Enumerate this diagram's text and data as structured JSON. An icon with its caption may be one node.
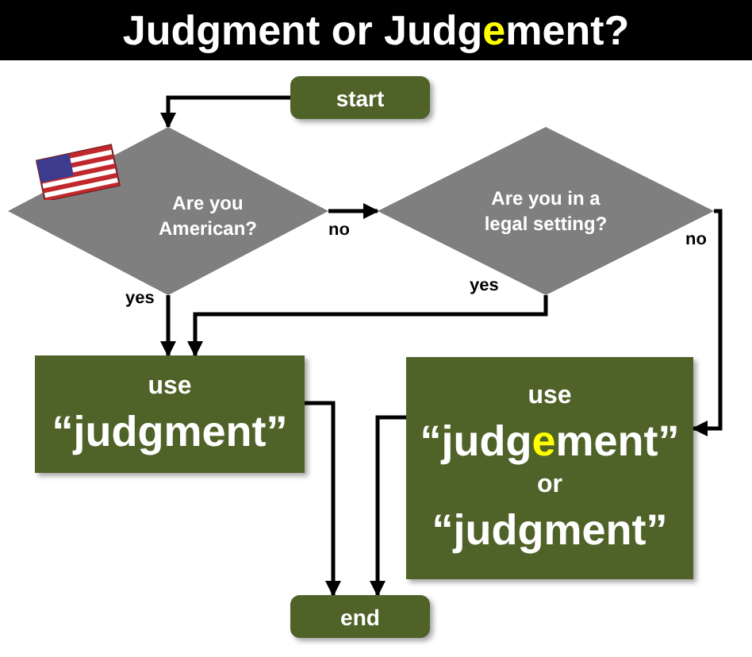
{
  "diagram": {
    "title": "Judgment or Judg**e**ment?",
    "nodes": [
      {
        "text": [
          "start"
        ]
      },
      {
        "text": [
          "Are you American?"
        ]
      },
      {
        "text": [
          "Are you in a legal setting?"
        ]
      },
      {
        "text": [
          "use",
          "“judgment”"
        ]
      },
      {
        "text": [
          "use",
          "“judg**e**ment”",
          "or",
          "“judgment”"
        ]
      },
      {
        "text": [
          "end"
        ]
      }
    ],
    "edges": [
      {
        "from": 0,
        "to": 1,
        "arrow": "to"
      },
      {
        "from": 1,
        "to": 2,
        "arrow": "to",
        "label": "no"
      },
      {
        "from": 2,
        "to": 4,
        "arrow": "to",
        "label": "no"
      },
      {
        "from": 1,
        "to": 3,
        "arrow": "to",
        "label": "yes"
      },
      {
        "from": 2,
        "to": 3,
        "arrow": "to",
        "label": "yes"
      },
      {
        "from": 3,
        "to": 5,
        "arrow": "to"
      },
      {
        "from": 4,
        "to": 5,
        "arrow": "to"
      }
    ]
  }
}
